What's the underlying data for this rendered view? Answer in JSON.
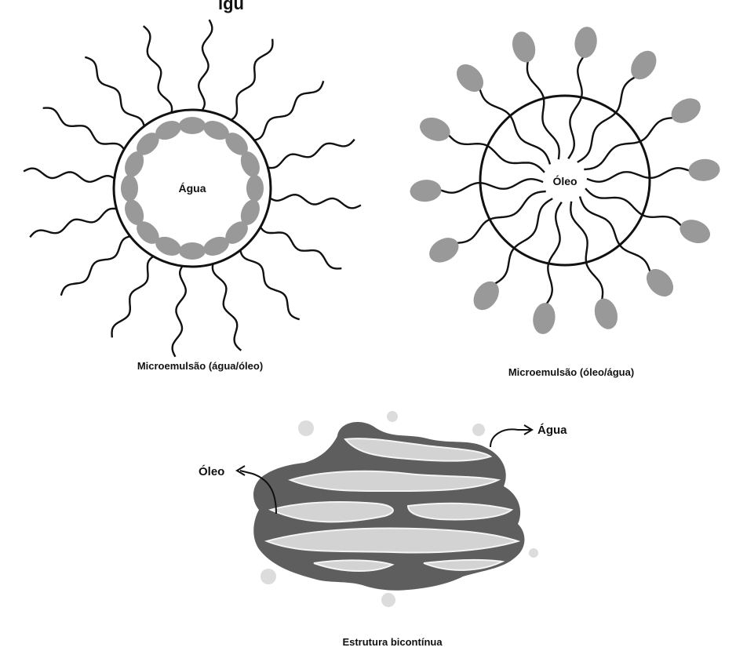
{
  "heading": {
    "partial_text": "igu"
  },
  "water_in_oil": {
    "center_label": "Água",
    "caption": "Microemulsão (água/óleo)"
  },
  "oil_in_water": {
    "center_label": "Óleo",
    "caption": "Microemulsão (óleo/água)"
  },
  "bicontinuous": {
    "water_label": "Água",
    "oil_label": "Óleo",
    "caption": "Estrutura bicontínua"
  },
  "colors": {
    "head_gray": "#999999",
    "bicont_dark": "#5e5e5e",
    "bicont_light": "#d3d3d3",
    "droplet_gray": "#dcdcdc",
    "line": "#111111"
  }
}
